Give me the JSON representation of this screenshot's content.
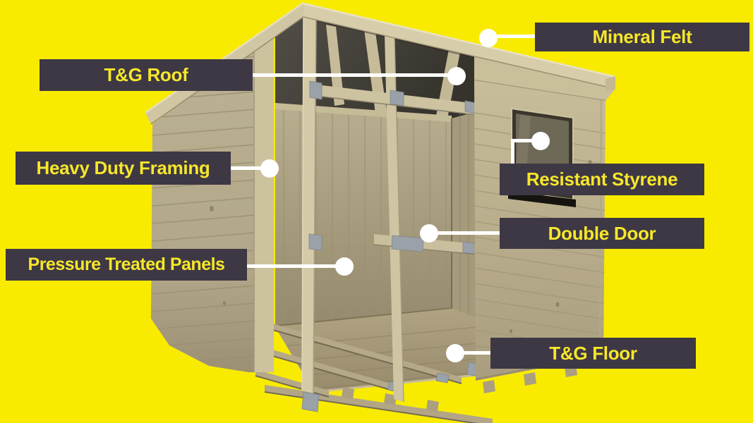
{
  "colors": {
    "background": "#F8EB00",
    "label_box": "#3E3844",
    "label_text": "#F6E72B",
    "callout_line": "#FFFFFF"
  },
  "callouts": [
    {
      "id": "mineral-felt",
      "label": "Mineral Felt"
    },
    {
      "id": "tg-roof",
      "label": "T&G Roof"
    },
    {
      "id": "heavy-duty-framing",
      "label": "Heavy Duty Framing"
    },
    {
      "id": "resistant-styrene",
      "label": "Resistant Styrene"
    },
    {
      "id": "double-door",
      "label": "Double Door"
    },
    {
      "id": "pressure-treated-panels",
      "label": "Pressure Treated Panels"
    },
    {
      "id": "tg-floor",
      "label": "T&G Floor"
    }
  ]
}
